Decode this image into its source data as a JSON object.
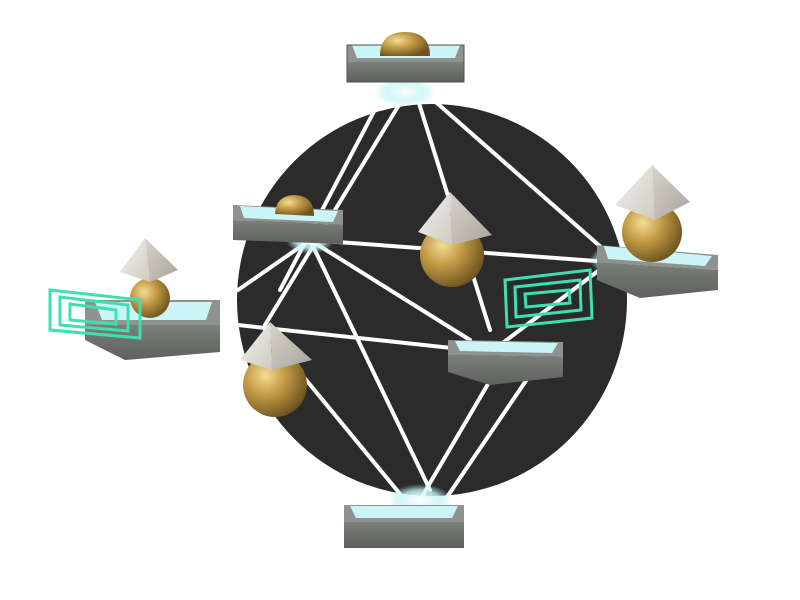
{
  "scene": {
    "background": "#ffffff",
    "disc_color": "#2b2b2b",
    "beam_color": "#ffffff",
    "glow_color": "#bff3f6",
    "stone_top": "#8d908c",
    "stone_side": "#6b6e6a",
    "gold": "#b88f3a",
    "gold_light": "#e7c873",
    "marble": "#e9e6df",
    "marble_shade": "#bdb9b0",
    "target_color": "#3fe0b0"
  },
  "pieces": [
    {
      "id": "pedestal-top",
      "kind": "pedestal",
      "piece": "gold-dome",
      "lit": true
    },
    {
      "id": "pedestal-upper-left",
      "kind": "pedestal",
      "piece": "gold-dome",
      "lit": true
    },
    {
      "id": "pedestal-left",
      "kind": "pedestal",
      "piece": "pyramid-orb",
      "lit": true
    },
    {
      "id": "pedestal-right",
      "kind": "pedestal",
      "piece": "pyramid-orb",
      "lit": true
    },
    {
      "id": "pedestal-center-right",
      "kind": "pedestal",
      "piece": "empty",
      "lit": true
    },
    {
      "id": "pedestal-bottom",
      "kind": "pedestal",
      "piece": "empty",
      "lit": true
    },
    {
      "id": "floating-orb-center",
      "kind": "floating",
      "piece": "pyramid-orb"
    },
    {
      "id": "floating-orb-left",
      "kind": "floating",
      "piece": "pyramid-orb"
    }
  ],
  "targets": [
    {
      "id": "target-left",
      "icon": "nested-rectangle-target"
    },
    {
      "id": "target-right",
      "icon": "nested-rectangle-target"
    }
  ]
}
